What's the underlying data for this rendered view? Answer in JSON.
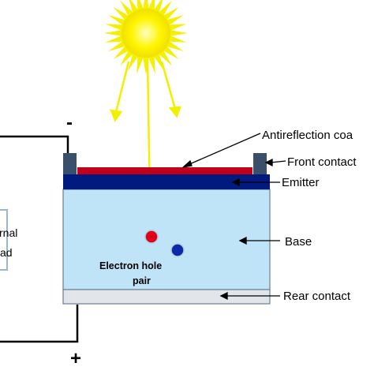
{
  "diagram": {
    "labels": {
      "antireflection": "Antireflection coa",
      "front_contact": "Front contact",
      "emitter": "Emitter",
      "base": "Base",
      "rear_contact": "Rear contact",
      "electron_hole_line1": "Electron hole",
      "electron_hole_line2": "pair",
      "load_line1": "rnal",
      "load_line2": "ad",
      "minus": "-",
      "plus": "+"
    },
    "colors": {
      "sun": "#f5f000",
      "rays": "#f0f000",
      "antireflection": "#c0001a",
      "emitter": "#001a80",
      "base": "#bfe4f8",
      "rear_contact": "#e2e6ea",
      "front_contact": "#3a506a",
      "electron": "#e0001a",
      "hole": "#0a2aa8",
      "wire": "#000000"
    }
  }
}
